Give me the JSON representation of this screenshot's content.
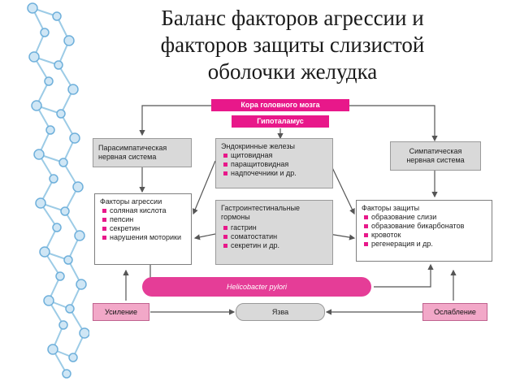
{
  "title": "Баланс факторов агрессии и факторов защиты слизистой оболочки желудка",
  "diagram": {
    "cortex": "Кора головного мозга",
    "hypothalamus": "Гипоталамус",
    "parasympathetic": "Парасимпатическая нервная система",
    "sympathetic": "Симпатическая нервная система",
    "endocrine": {
      "title": "Эндокринные железы",
      "items": [
        "щитовидная",
        "паращитовидная",
        "надпочечники и др."
      ]
    },
    "gastro": {
      "title": "Гастроинтестинальные гормоны",
      "items": [
        "гастрин",
        "соматостатин",
        "секретин и др."
      ]
    },
    "aggression": {
      "title": "Факторы агрессии",
      "items": [
        "соляная кислота",
        "пепсин",
        "секретин",
        "нарушения моторики"
      ]
    },
    "protection": {
      "title": "Факторы защиты",
      "items": [
        "образование слизи",
        "образование бикарбонатов",
        "кровоток",
        "регенерация и др."
      ]
    },
    "helicobacter": "Helicobacter pylori",
    "strengthening": "Усиление",
    "ulcer": "Язва",
    "weakening": "Ослабление"
  },
  "colors": {
    "accent": "#e8188a",
    "box_grey": "#d9d9d9",
    "box_pink": "#f2a8c8"
  }
}
